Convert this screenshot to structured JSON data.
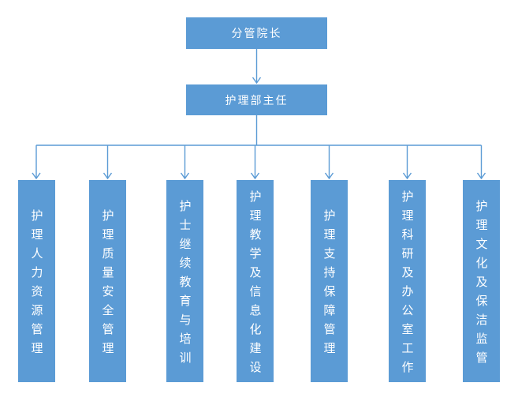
{
  "diagram": {
    "type": "org-chart",
    "root": {
      "label": "分管院长"
    },
    "director": {
      "label": "护理部主任"
    },
    "branches": [
      {
        "label": "护理人力资源管理"
      },
      {
        "label": "护理质量安全管理"
      },
      {
        "label": "护士继续教育与培训"
      },
      {
        "label": "护理教学及信息化建设"
      },
      {
        "label": "护理支持保障管理"
      },
      {
        "label": "护理科研及办公室工作"
      },
      {
        "label": "护理文化及保洁监管"
      }
    ],
    "colors": {
      "node_fill": "#5b9bd5",
      "node_text": "#ffffff",
      "connector": "#5b9bd5",
      "background": "#ffffff"
    }
  }
}
